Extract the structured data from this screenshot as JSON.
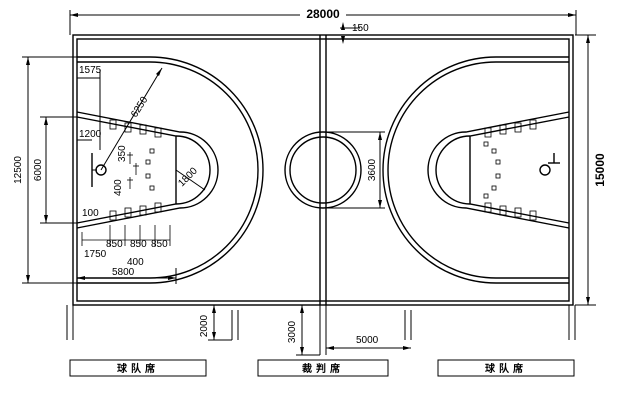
{
  "dimensions": {
    "length": "28000",
    "width": "15000",
    "center_line_width": "150",
    "corner_mark": "1575",
    "three_point_radius": "6250",
    "backboard_offset": "1200",
    "lane_width": "6000",
    "sideline_span": "12500",
    "hoop_offset": "350",
    "hoop_gap": "400",
    "free_throw_radius": "1800",
    "lane_line_width": "100",
    "lane_mark_1": "1750",
    "lane_mark_2": "850",
    "lane_mark_3": "850",
    "lane_mark_4": "850",
    "lane_mark_spacing": "400",
    "free_throw_distance": "5800",
    "center_circle": "3600",
    "bench_depth": "2000",
    "table_depth": "3000",
    "table_offset": "5000"
  },
  "labels": {
    "left_bench": "球队席",
    "scorer_table": "裁判席",
    "right_bench": "球队席"
  }
}
